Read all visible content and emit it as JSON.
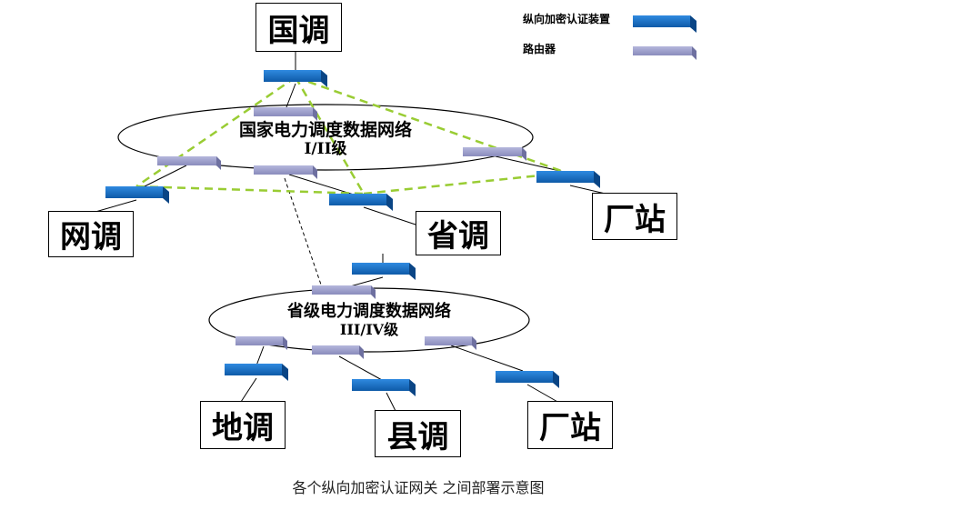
{
  "legend": {
    "encryption_device": "纵向加密认证装置",
    "router": "路由器"
  },
  "nodes": {
    "guodiao": "国调",
    "wangdiao": "网调",
    "shengdiao": "省调",
    "changzhan_top": "厂站",
    "didiao": "地调",
    "xiandiao": "县调",
    "changzhan_bottom": "厂站"
  },
  "networks": {
    "national": {
      "name": "国家电力调度数据网络",
      "level": "I/II级"
    },
    "provincial": {
      "name": "省级电力调度数据网络",
      "level": "III/IV级"
    }
  },
  "caption": "各个纵向加密认证网关 之间部署示意图",
  "colors": {
    "encryption_device": "#1a6fc0",
    "router": "#9a9cc8",
    "vpn_link": "#99cc33"
  }
}
